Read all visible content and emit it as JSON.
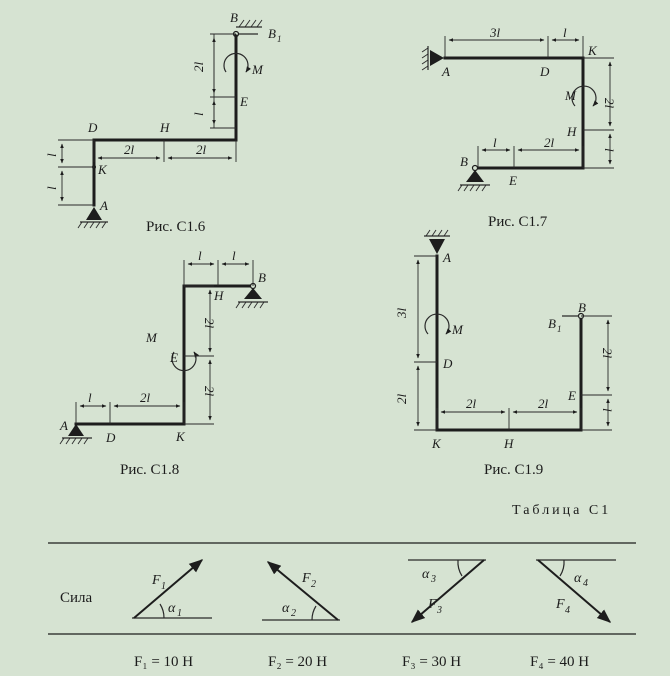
{
  "figures": {
    "c16": {
      "caption": "Рис. С1.6",
      "points": {
        "B": "B",
        "B1": "B",
        "B1_sub": "1",
        "E": "E",
        "D": "D",
        "H": "H",
        "K": "K",
        "A": "A"
      },
      "moment": "M",
      "dims": {
        "d_2l_vert": "2l",
        "d_l_vert": "l",
        "d_l_left1": "l",
        "d_l_left2": "l",
        "d_2l_h1": "2l",
        "d_2l_h2": "2l"
      }
    },
    "c17": {
      "caption": "Рис. С1.7",
      "points": {
        "A": "A",
        "D": "D",
        "K": "K",
        "H": "H",
        "B": "B",
        "E": "E"
      },
      "moment": "M",
      "dims": {
        "d_3l": "3l",
        "d_l_top": "l",
        "d_2l_right": "2l",
        "d_l_right": "l",
        "d_l_bot": "l",
        "d_2l_bot": "2l"
      }
    },
    "c18": {
      "caption": "Рис. С1.8",
      "points": {
        "A": "A",
        "D": "D",
        "K": "K",
        "E": "E",
        "H": "H",
        "B": "B"
      },
      "moment": "M",
      "dims": {
        "d_l_bot": "l",
        "d_2l_bot": "2l",
        "d_2l_v1": "2l",
        "d_2l_v2": "2l",
        "d_l_top1": "l",
        "d_l_top2": "l"
      }
    },
    "c19": {
      "caption": "Рис. С1.9",
      "points": {
        "A": "A",
        "D": "D",
        "K": "K",
        "H": "H",
        "E": "E",
        "B": "B",
        "B1": "B",
        "B1_sub": "1"
      },
      "moment": "M",
      "dims": {
        "d_3l": "3l",
        "d_2l_left": "2l",
        "d_2l_b1": "2l",
        "d_2l_b2": "2l",
        "d_2l_right": "2l",
        "d_l_right": "l"
      }
    }
  },
  "table": {
    "title": "Таблица С1",
    "row_label": "Сила",
    "forces": [
      {
        "name": "F",
        "sub": "1",
        "angle": "α",
        "angle_sub": "1",
        "value": "F₁ = 10 Н"
      },
      {
        "name": "F",
        "sub": "2",
        "angle": "α",
        "angle_sub": "2",
        "value": "F₂ = 20 Н"
      },
      {
        "name": "F",
        "sub": "3",
        "angle": "α",
        "angle_sub": "3",
        "value": "F₃ = 30 Н"
      },
      {
        "name": "F",
        "sub": "4",
        "angle": "α",
        "angle_sub": "4",
        "value": "F₄ = 40 Н"
      }
    ]
  },
  "colors": {
    "background": "#d6e3d2",
    "ink": "#1d1d1d"
  }
}
